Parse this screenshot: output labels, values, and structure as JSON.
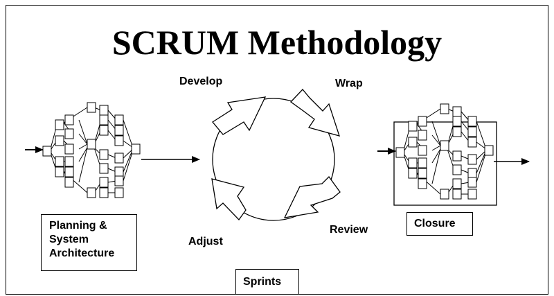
{
  "title": "SCRUM Methodology",
  "cycle_labels": {
    "develop": "Develop",
    "wrap": "Wrap",
    "review": "Review",
    "adjust": "Adjust"
  },
  "planning_box": {
    "line1": "Planning &",
    "line2": "System",
    "line3": "Architecture"
  },
  "closure_box": "Closure",
  "sprints_box": "Sprints"
}
